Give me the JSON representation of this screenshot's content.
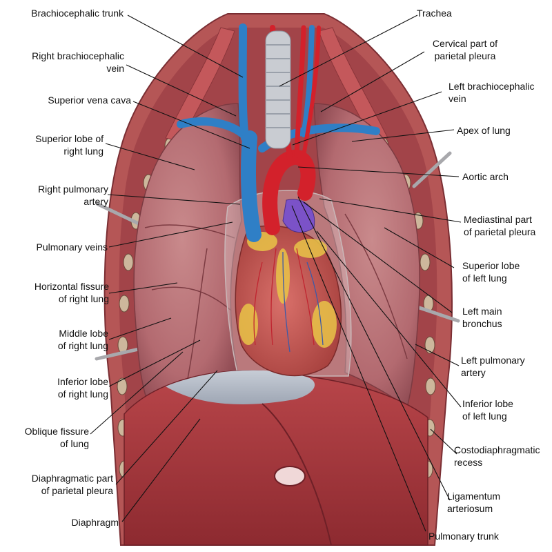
{
  "labels": {
    "brachiocephalic_trunk": [
      "Brachiocephalic trunk"
    ],
    "right_brachiocephalic_vein": [
      "Right brachiocephalic",
      "vein"
    ],
    "superior_vena_cava": [
      "Superior vena cava"
    ],
    "superior_lobe_right": [
      "Superior lobe of",
      "right lung"
    ],
    "right_pulmonary_artery": [
      "Right pulmonary",
      "artery"
    ],
    "pulmonary_veins": [
      "Pulmonary veins"
    ],
    "horizontal_fissure": [
      "Horizontal fissure",
      "of right lung"
    ],
    "middle_lobe_right": [
      "Middle lobe",
      "of right lung"
    ],
    "inferior_lobe_right": [
      "Inferior lobe",
      "of right lung"
    ],
    "oblique_fissure": [
      "Oblique fissure",
      "of lung"
    ],
    "diaphragmatic_pleura": [
      "Diaphragmatic part",
      "of parietal pleura"
    ],
    "diaphragm": [
      "Diaphragm"
    ],
    "trachea": [
      "Trachea"
    ],
    "cervical_pleura": [
      "Cervical part of",
      "parietal pleura"
    ],
    "left_brachiocephalic_vein": [
      "Left brachiocephalic",
      "vein"
    ],
    "apex_of_lung": [
      "Apex of lung"
    ],
    "aortic_arch": [
      "Aortic arch"
    ],
    "mediastinal_pleura": [
      "Mediastinal part",
      "of parietal pleura"
    ],
    "superior_lobe_left": [
      "Superior lobe",
      "of left lung"
    ],
    "left_main_bronchus": [
      "Left main",
      "bronchus"
    ],
    "left_pulmonary_artery": [
      "Left pulmonary",
      "artery"
    ],
    "inferior_lobe_left": [
      "Inferior lobe",
      "of left lung"
    ],
    "costodiaphragmatic_recess": [
      "Costodiaphragmatic",
      "recess"
    ],
    "ligamentum_arteriosum": [
      "Ligamentum",
      "arteriosum"
    ],
    "pulmonary_trunk": [
      "Pulmonary trunk"
    ]
  }
}
